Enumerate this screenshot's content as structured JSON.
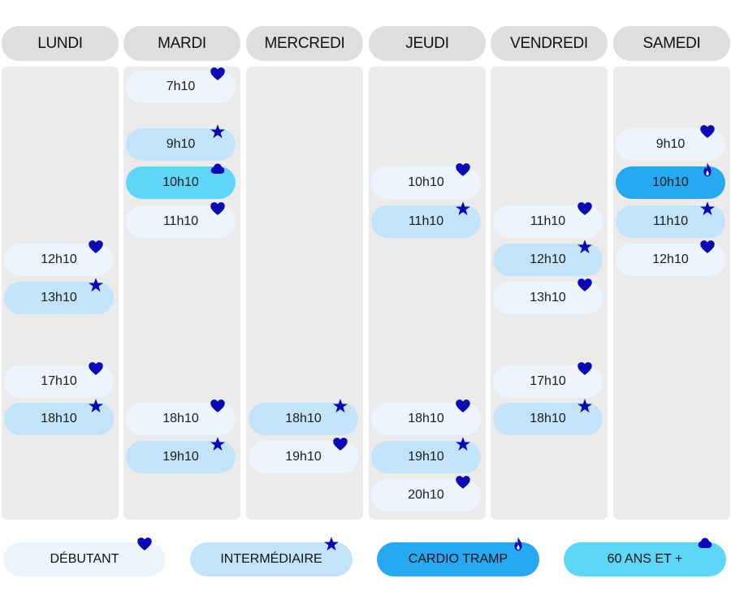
{
  "colors": {
    "header_bg": "#dedede",
    "column_bg": "#ebebeb",
    "icon": "#0a0ab4",
    "debutant": "#eef4fc",
    "intermediaire": "#c3e3fb",
    "cardio_tramp": "#27a9f1",
    "senior": "#5fd6f8"
  },
  "icons": {
    "heart": "heart-icon",
    "star": "star-icon",
    "flame": "flame-icon",
    "cloud": "cloud-icon"
  },
  "days": [
    {
      "name": "LUNDI",
      "slots": [
        {
          "time": "12h10",
          "type": "heart"
        },
        {
          "time": "13h10",
          "type": "star"
        },
        {
          "time": "17h10",
          "type": "heart"
        },
        {
          "time": "18h10",
          "type": "star"
        }
      ]
    },
    {
      "name": "MARDI",
      "slots": [
        {
          "time": "7h10",
          "type": "heart"
        },
        {
          "time": "9h10",
          "type": "star"
        },
        {
          "time": "10h10",
          "type": "cloud"
        },
        {
          "time": "11h10",
          "type": "heart"
        },
        {
          "time": "18h10",
          "type": "heart"
        },
        {
          "time": "19h10",
          "type": "star"
        }
      ]
    },
    {
      "name": "MERCREDI",
      "slots": [
        {
          "time": "18h10",
          "type": "star"
        },
        {
          "time": "19h10",
          "type": "heart"
        }
      ]
    },
    {
      "name": "JEUDI",
      "slots": [
        {
          "time": "10h10",
          "type": "heart"
        },
        {
          "time": "11h10",
          "type": "star"
        },
        {
          "time": "18h10",
          "type": "heart"
        },
        {
          "time": "19h10",
          "type": "star"
        },
        {
          "time": "20h10",
          "type": "heart"
        }
      ]
    },
    {
      "name": "VENDREDI",
      "slots": [
        {
          "time": "11h10",
          "type": "heart"
        },
        {
          "time": "12h10",
          "type": "star"
        },
        {
          "time": "13h10",
          "type": "heart"
        },
        {
          "time": "17h10",
          "type": "heart"
        },
        {
          "time": "18h10",
          "type": "star"
        }
      ]
    },
    {
      "name": "SAMEDI",
      "slots": [
        {
          "time": "9h10",
          "type": "heart"
        },
        {
          "time": "10h10",
          "type": "flame"
        },
        {
          "time": "11h10",
          "type": "star"
        },
        {
          "time": "12h10",
          "type": "heart"
        }
      ]
    }
  ],
  "legend": [
    {
      "label": "DÉBUTANT",
      "type": "heart"
    },
    {
      "label": "INTERMÉDIAIRE",
      "type": "star"
    },
    {
      "label": "CARDIO TRAMP",
      "type": "flame"
    },
    {
      "label": "60 ANS ET +",
      "type": "cloud"
    }
  ]
}
